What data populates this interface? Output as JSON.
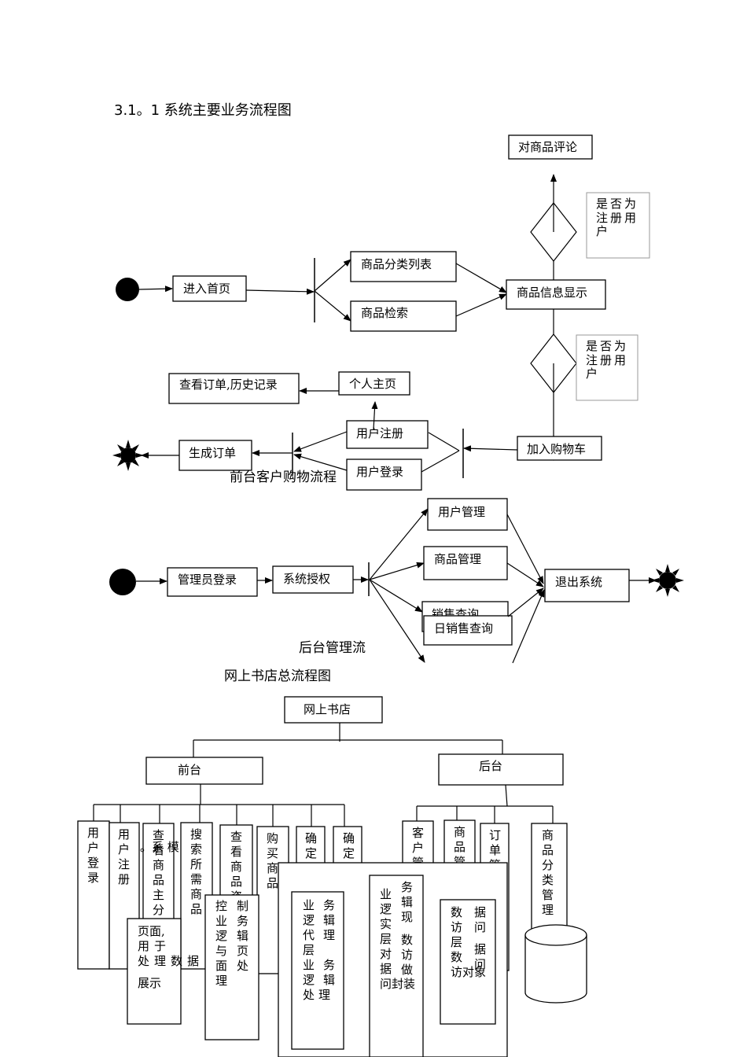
{
  "heading": "3.1。1 系统主要业务流程图",
  "front_flow": {
    "caption": "前台客户购物流程",
    "nodes": {
      "enter_home": "进入首页",
      "category_list": "商品分类列表",
      "search": "商品检索",
      "product_info": "商品信息显示",
      "comment": "对商品评论",
      "add_cart": "加入购物车",
      "register": "用户注册",
      "login": "用户登录",
      "profile": "个人主页",
      "view_orders": "查看订单,历史记录",
      "gen_order": "生成订单"
    },
    "decisions": {
      "upper": "是否为注册用户",
      "lower": "是否为注册用户"
    }
  },
  "back_flow": {
    "caption": "后台管理流",
    "nodes": {
      "admin_login": "管理员登录",
      "authorize": "系统授权",
      "user_mgmt": "用户管理",
      "goods_mgmt": "商品管理",
      "sales_query": "销售查询",
      "daily_sales": "日销售查询",
      "exit": "退出系统"
    }
  },
  "overall": {
    "caption": "网上书店总流程图",
    "root": "网上书店",
    "front": "前台",
    "back": "后台",
    "front_items": [
      "用户登录",
      "用户注册",
      "查看商品主分类",
      "搜索所需商品",
      "查看商品资",
      "购买商品",
      "确定订",
      "确定订"
    ],
    "back_items": [
      "客户管",
      "商品管",
      "订单管",
      "商品分类管理"
    ],
    "layers": {
      "presentation": "页面,用于处理数据展示",
      "control": "控制业务逻辑与页面处理",
      "business_proxy": "业务逻辑代理层业务逻辑处理",
      "business_impl": "业务逻辑实现层对数据访问做封装",
      "data_access": "数据访问层数据访问对象"
    },
    "stray_text": "。系 模"
  }
}
